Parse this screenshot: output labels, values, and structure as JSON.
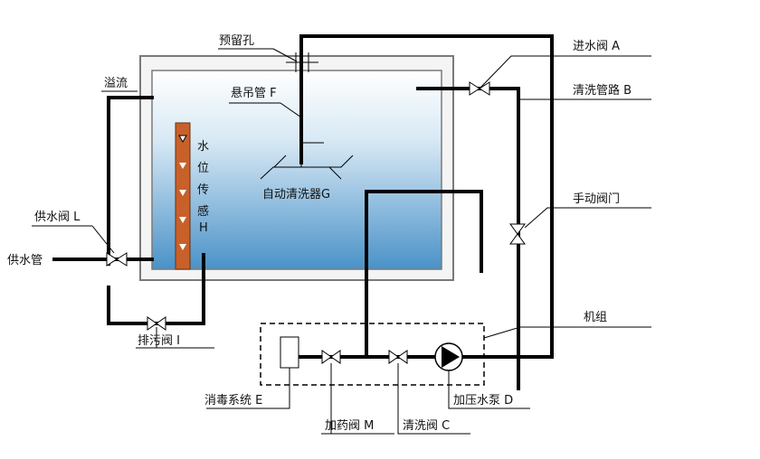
{
  "labels": {
    "reserved_hole": "预留孔",
    "inlet_valve": "进水阀 A",
    "overflow": "溢流",
    "hanging_pipe": "悬吊管 F",
    "cleaning_pipeline": "清洗管路 B",
    "water_level_sensor": [
      "水",
      "位",
      "传",
      "感",
      "H"
    ],
    "auto_cleaner": "自动清洗器G",
    "supply_valve": "供水阀 L",
    "manual_valve": "手动阀门",
    "supply_pipe": "供水管",
    "drain_valve": "排污阀 I",
    "unit": "机组",
    "disinfection_system": "消毒系统 E",
    "dosing_valve": "加药阀 M",
    "cleaning_valve": "清洗阀 C",
    "booster_pump": "加压水泵 D"
  },
  "colors": {
    "water_top": "#ffffff",
    "water_bottom": "#4a92c8",
    "sensor": "#c8602a",
    "tank_border": "#7a7a7a",
    "tank_wall": "#f4f4f4"
  }
}
